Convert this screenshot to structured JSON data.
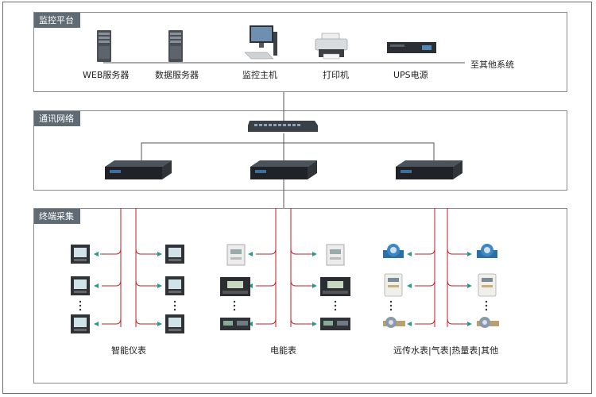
{
  "panels": {
    "monitoring": "监控平台",
    "network": "通讯网络",
    "terminal": "终端采集"
  },
  "monitoring_devices": {
    "web_server": "WEB服务器",
    "data_server": "数据服务器",
    "host": "监控主机",
    "printer": "打印机",
    "ups": "UPS电源",
    "other_systems": "至其他系统"
  },
  "terminal_groups": {
    "smart_meter": "智能仪表",
    "electric_meter": "电能表",
    "utility_meters": "远传水表|气表|热量表|其他"
  },
  "colors": {
    "panel_title_bg": "#5f6b74",
    "bus_line": "#555555",
    "field_line": "#c0202a",
    "arrow": "#2a9a8a"
  }
}
